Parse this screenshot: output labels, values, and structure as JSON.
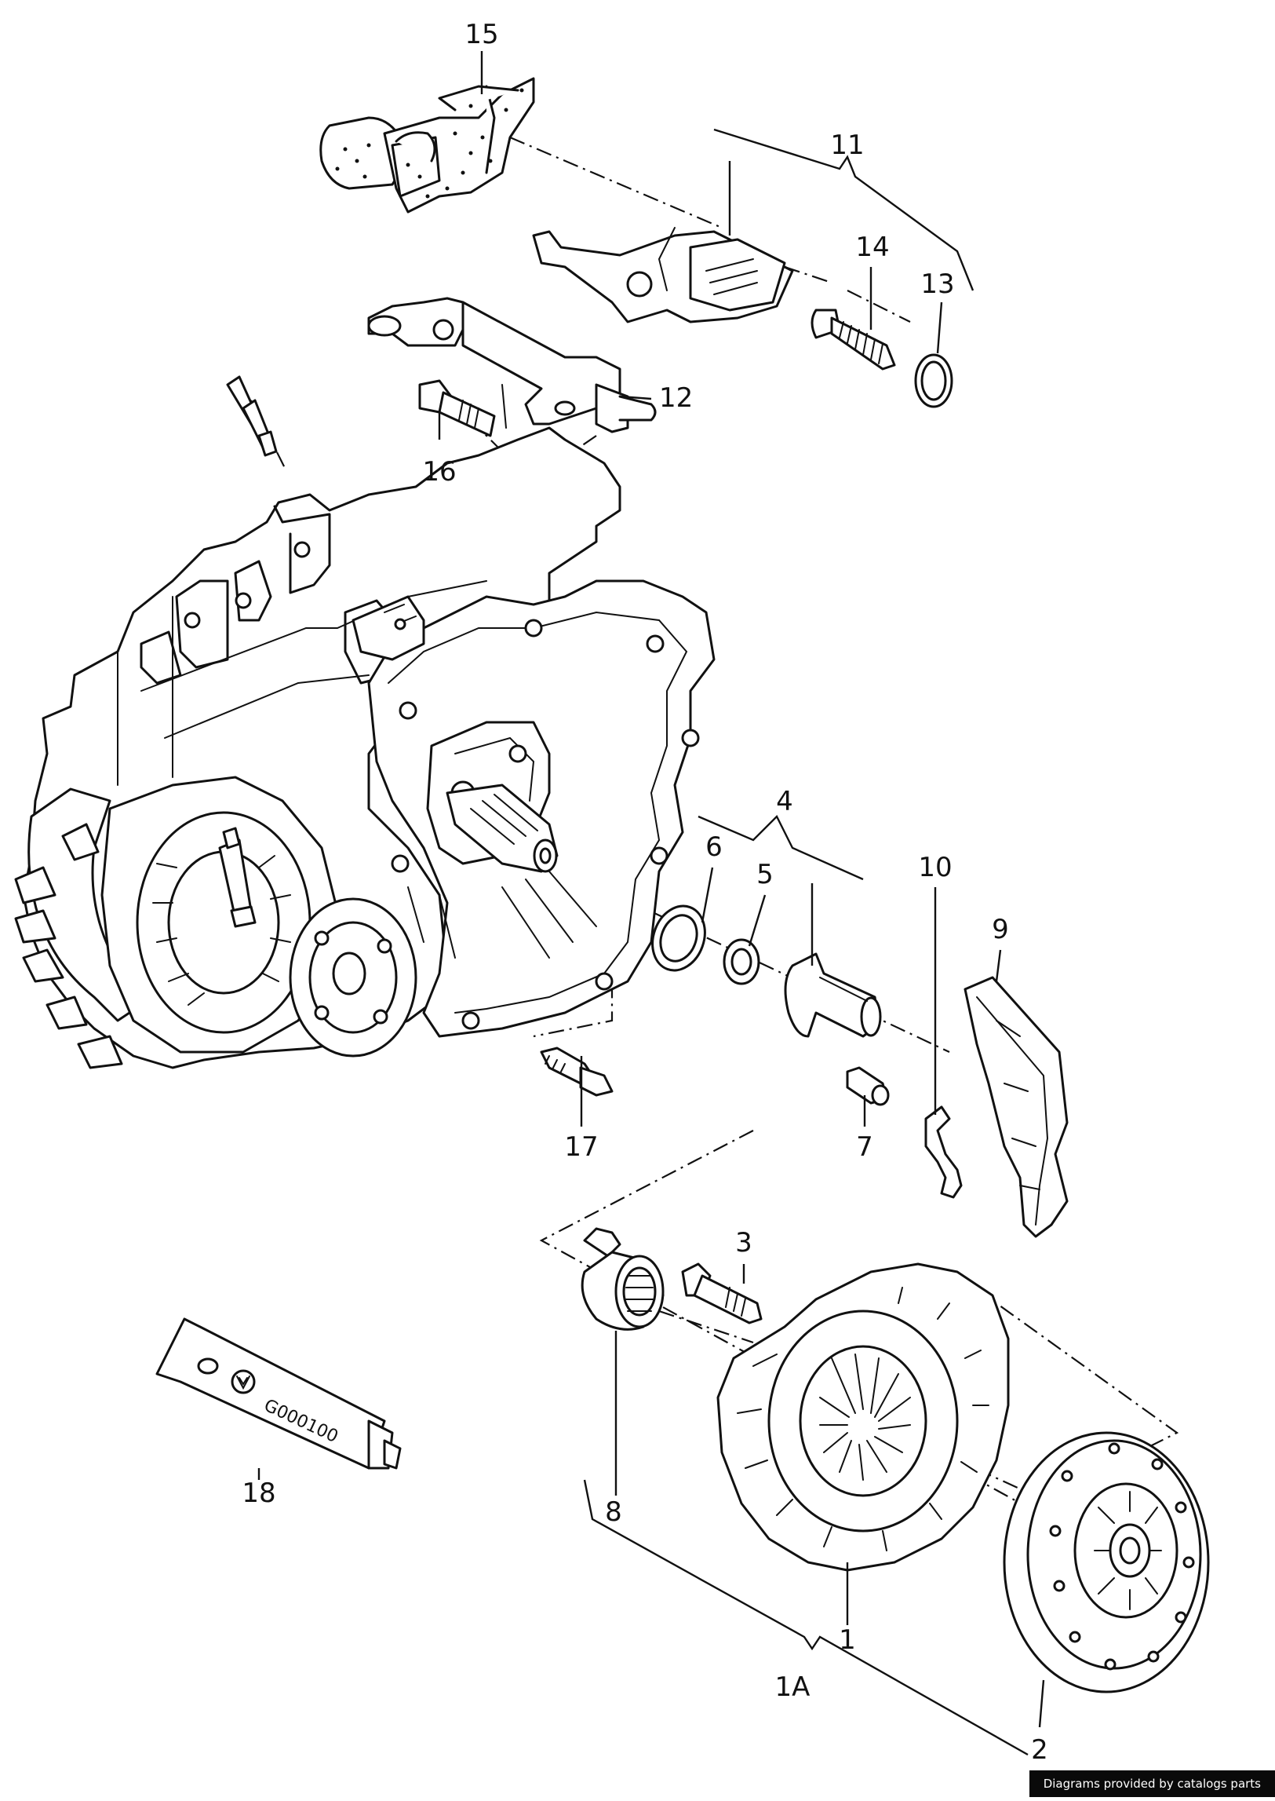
{
  "callouts": {
    "c1": "1",
    "c1A": "1A",
    "c2": "2",
    "c3": "3",
    "c4": "4",
    "c5": "5",
    "c6": "6",
    "c7": "7",
    "c8": "8",
    "c9": "9",
    "c10": "10",
    "c11": "11",
    "c12": "12",
    "c13": "13",
    "c14": "14",
    "c15": "15",
    "c16": "16",
    "c17": "17",
    "c18": "18"
  },
  "tube_label": "G000100",
  "credit": "Diagrams provided by catalogs parts",
  "colors": {
    "ink": "#111111",
    "paper": "#ffffff",
    "credit_bg": "#0a0a0a"
  }
}
